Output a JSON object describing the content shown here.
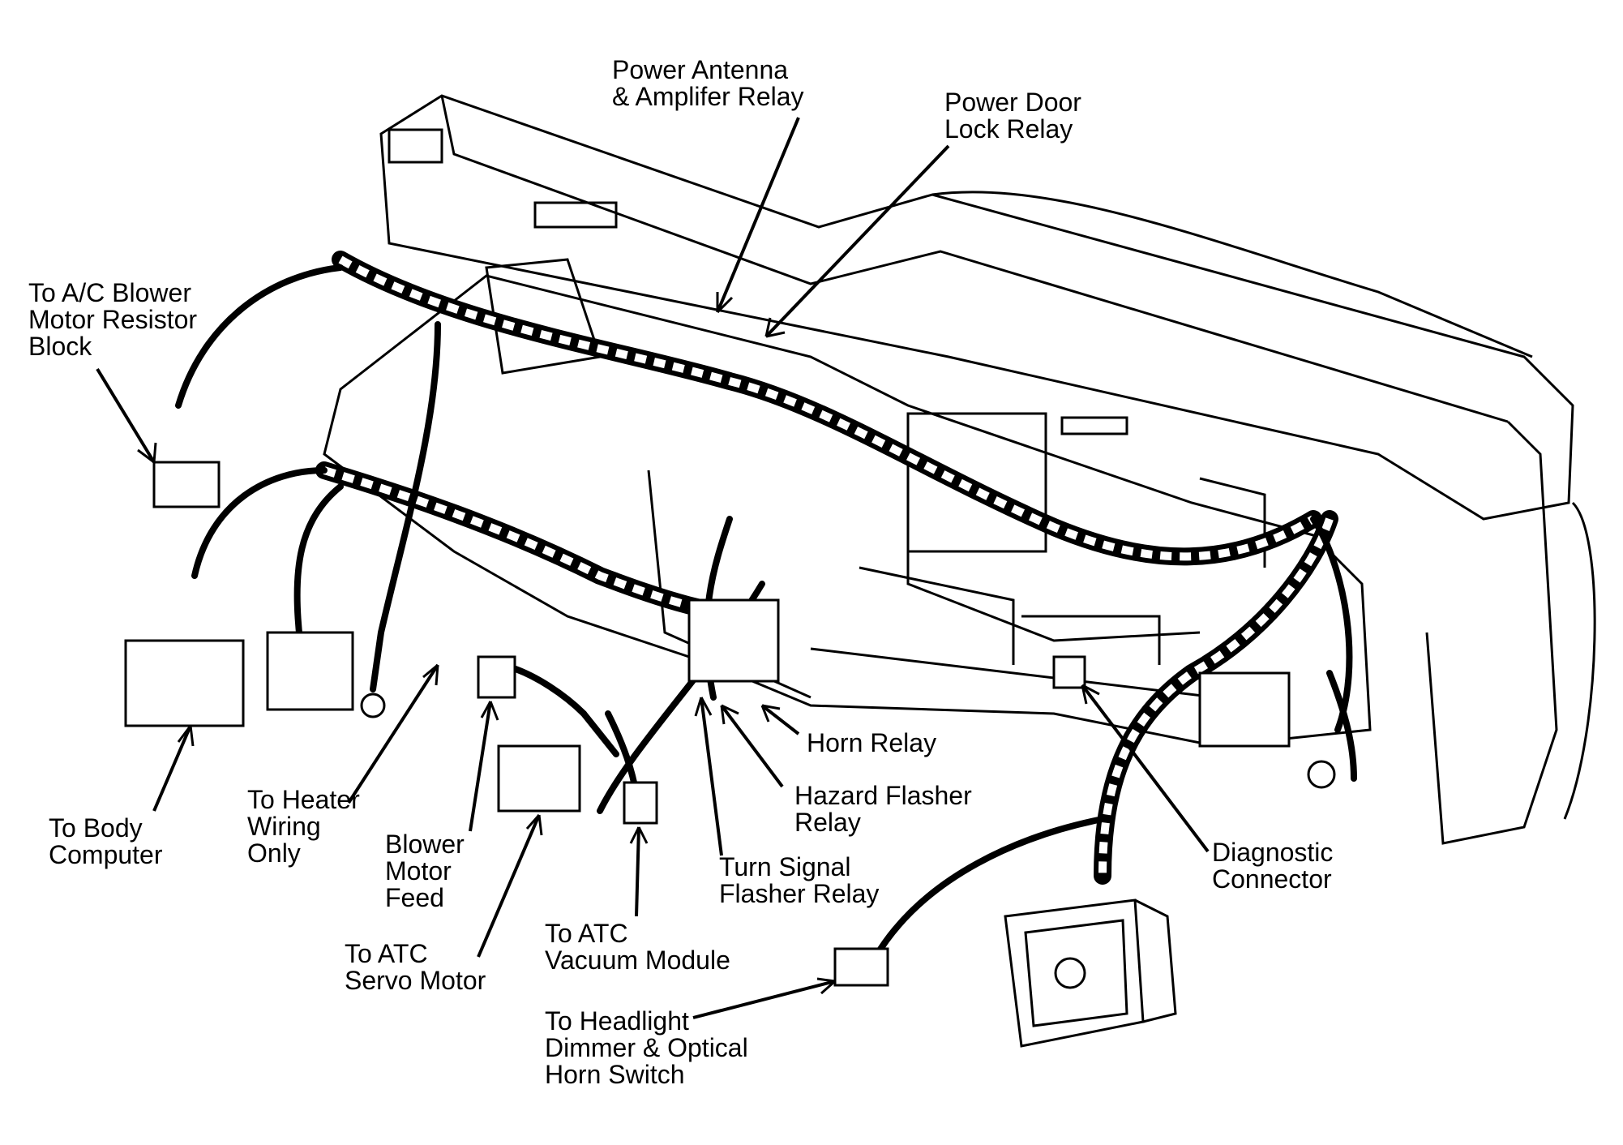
{
  "labels": {
    "power_antenna": [
      "Power Antenna",
      "& Amplifer Relay"
    ],
    "power_door_lock": [
      "Power Door",
      "Lock Relay"
    ],
    "ac_blower": [
      "To A/C Blower",
      "Motor Resistor",
      "Block"
    ],
    "body_computer": [
      "To Body",
      "Computer"
    ],
    "heater_wiring": [
      "To Heater",
      "Wiring",
      "Only"
    ],
    "blower_motor_feed": [
      "Blower",
      "Motor",
      "Feed"
    ],
    "atc_servo": [
      "To ATC",
      "Servo Motor"
    ],
    "atc_vacuum": [
      "To ATC",
      "Vacuum Module"
    ],
    "headlight_dimmer": [
      "To Headlight",
      "Dimmer & Optical",
      "Horn Switch"
    ],
    "horn_relay": [
      "Horn Relay"
    ],
    "hazard_flasher": [
      "Hazard Flasher",
      "Relay"
    ],
    "turn_signal": [
      "Turn Signal",
      "Flasher Relay"
    ],
    "diagnostic": [
      "Diagnostic",
      "Connector"
    ]
  }
}
